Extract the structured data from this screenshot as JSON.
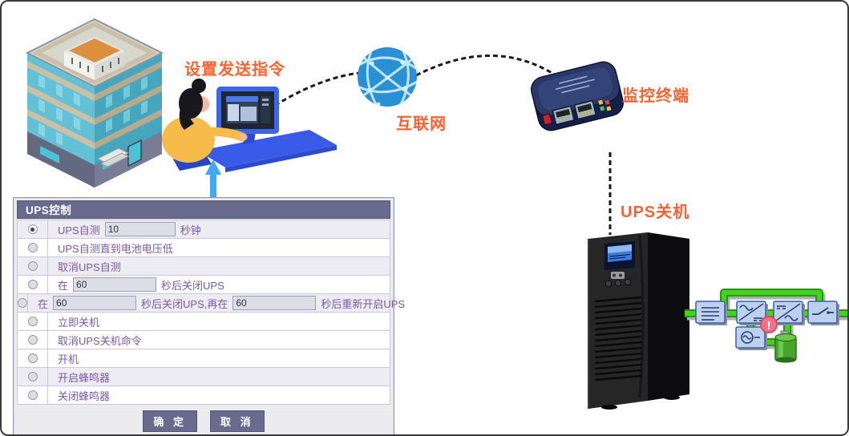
{
  "labels": {
    "send_command": "设置发送指令",
    "internet": "互联网",
    "terminal": "监控终端",
    "ups_shutdown": "UPS关机"
  },
  "panel": {
    "title": "UPS控制",
    "rows": [
      {
        "radio": "selected",
        "pre": "UPS自测",
        "value": "10",
        "post": "秒钟"
      },
      {
        "radio": "unselected",
        "label": "UPS自测直到电池电压低"
      },
      {
        "radio": "unselected",
        "label": "取消UPS自测"
      },
      {
        "radio": "unselected",
        "pre": "在",
        "value": "60",
        "post": "秒后关闭UPS"
      },
      {
        "radio": "unselected",
        "pre": "在",
        "value": "60",
        "mid": "秒后关闭UPS,再在",
        "value2": "60",
        "post": "秒后重新开启UPS"
      },
      {
        "radio": "unselected",
        "label": "立即关机"
      },
      {
        "radio": "unselected",
        "label": "取消UPS关机命令"
      },
      {
        "radio": "unselected",
        "label": "开机"
      },
      {
        "radio": "unselected",
        "label": "开启蜂鸣器"
      },
      {
        "radio": "unselected",
        "label": "关闭蜂鸣器"
      }
    ],
    "buttons": {
      "ok": "确 定",
      "cancel": "取 消"
    }
  },
  "diagram": {
    "alert_glyph": "!",
    "flow": [
      "building",
      "operator-computer",
      "internet",
      "monitoring-terminal",
      "ups"
    ],
    "power_chain": [
      "filter",
      "rectifier",
      "inverter",
      "bypass-switch",
      "charger",
      "battery"
    ]
  },
  "colors": {
    "accent_orange": "#F96231",
    "panel_header": "#6A6A8E",
    "row_text": "#7B58A5",
    "arrow_blue": "#3FA9F5",
    "pipe_green": "#43D31F",
    "pipe_edge": "#2D9413",
    "globe_blue": "#2B8FD6",
    "module_blue": "#BDD0EE"
  }
}
